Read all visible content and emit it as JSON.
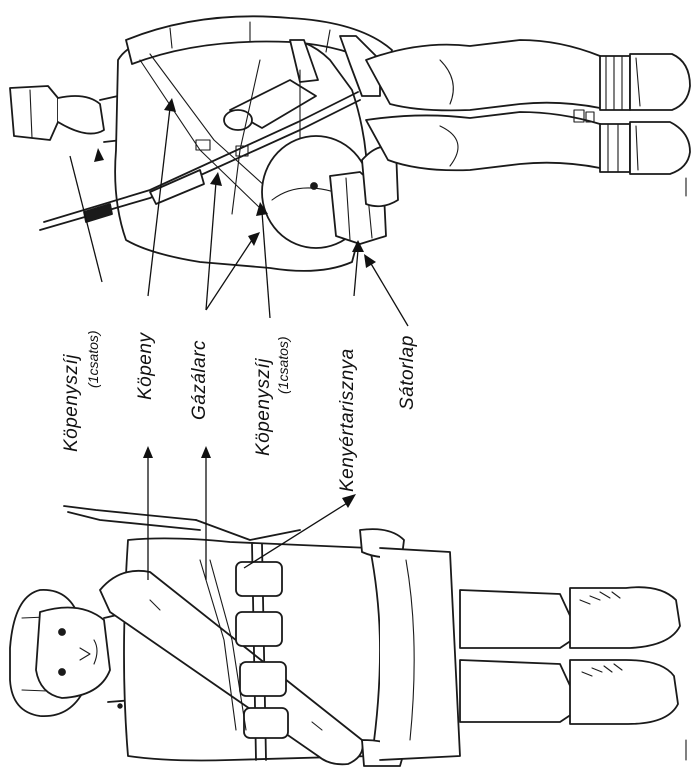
{
  "labels": {
    "kopenyszij_top": "Köpenyszíj",
    "kopenyszij_top_note": "(1csatos)",
    "kopeny": "Köpeny",
    "gazalarc": "Gázálarc",
    "kopenyszij_mid": "Köpenyszíj",
    "kopenyszij_mid_note": "(1csatos)",
    "kenyertarisznya": "Kenyértarisznya",
    "satorlap": "Sátorlap"
  },
  "colors": {
    "ink": "#1a1a1a",
    "paper": "#ffffff"
  }
}
